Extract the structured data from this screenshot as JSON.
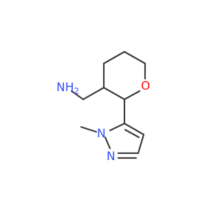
{
  "molecule": {
    "atoms": {
      "amine": {
        "text": "NH",
        "subscript": "2",
        "color": "#3050f8"
      },
      "ring_oxygen": {
        "text": "O",
        "color": "#ff0d0d"
      },
      "pyrazole_n1": {
        "text": "N",
        "color": "#3050f8"
      },
      "pyrazole_n2": {
        "text": "N",
        "color": "#3050f8"
      }
    },
    "bond_color": "#3a3a3a"
  }
}
